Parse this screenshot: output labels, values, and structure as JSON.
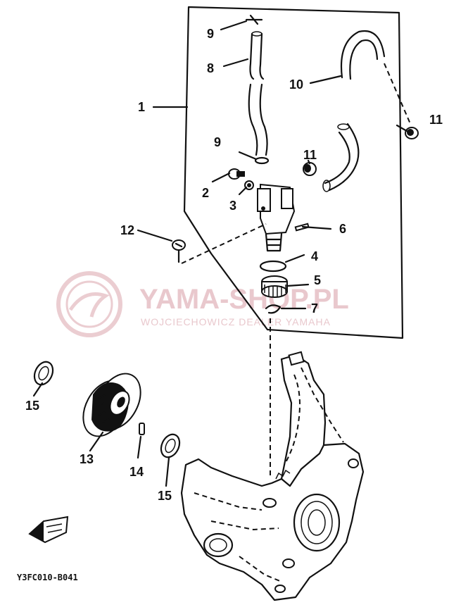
{
  "callouts": {
    "c1": "1",
    "c2": "2",
    "c3": "3",
    "c4": "4",
    "c5": "5",
    "c6": "6",
    "c7": "7",
    "c8": "8",
    "c9a": "9",
    "c9b": "9",
    "c10": "10",
    "c11a": "11",
    "c11b": "11",
    "c12": "12",
    "c13": "13",
    "c14": "14",
    "c15a": "15",
    "c15b": "15"
  },
  "diagram_code": "Y3FC010-B041",
  "watermark": {
    "main": "YAMA-SHOP.PL",
    "sub": "WOJCIECHOWICZ DEALER YAMAHA"
  },
  "colors": {
    "ink": "#111111",
    "watermark": "#e9c8cd",
    "background": "#ffffff"
  }
}
